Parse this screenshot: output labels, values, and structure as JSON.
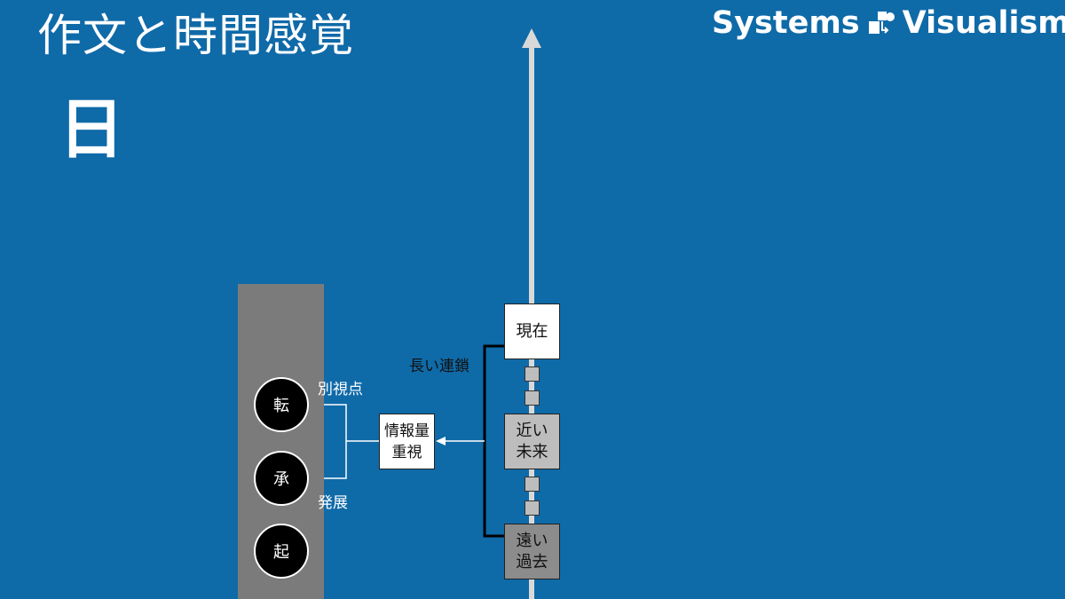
{
  "header": {
    "title": "作文と時間感覚",
    "subtitle": "日",
    "brand_left": "Systems",
    "brand_right": "Visualism",
    "logo_icon": "systems-visualism-logo"
  },
  "diagram": {
    "essay_structure": {
      "ki": "起",
      "sho": "承",
      "ten": "転"
    },
    "labels": {
      "development": "発展",
      "different_viewpoint": "別視点",
      "long_chain": "長い連鎖"
    },
    "info_box": {
      "line1": "情報量",
      "line2": "重視"
    },
    "timeline": {
      "present": "現在",
      "near_future_1": "近い",
      "near_future_2": "未来",
      "distant_past_1": "遠い",
      "distant_past_2": "過去"
    },
    "colors": {
      "background": "#0f6aa8",
      "panel": "#7b7b7b",
      "present_box": "#ffffff",
      "near_future_box": "#bdbdbd",
      "distant_past_box": "#8c8c8c",
      "axis": "#d9d9d9"
    }
  }
}
